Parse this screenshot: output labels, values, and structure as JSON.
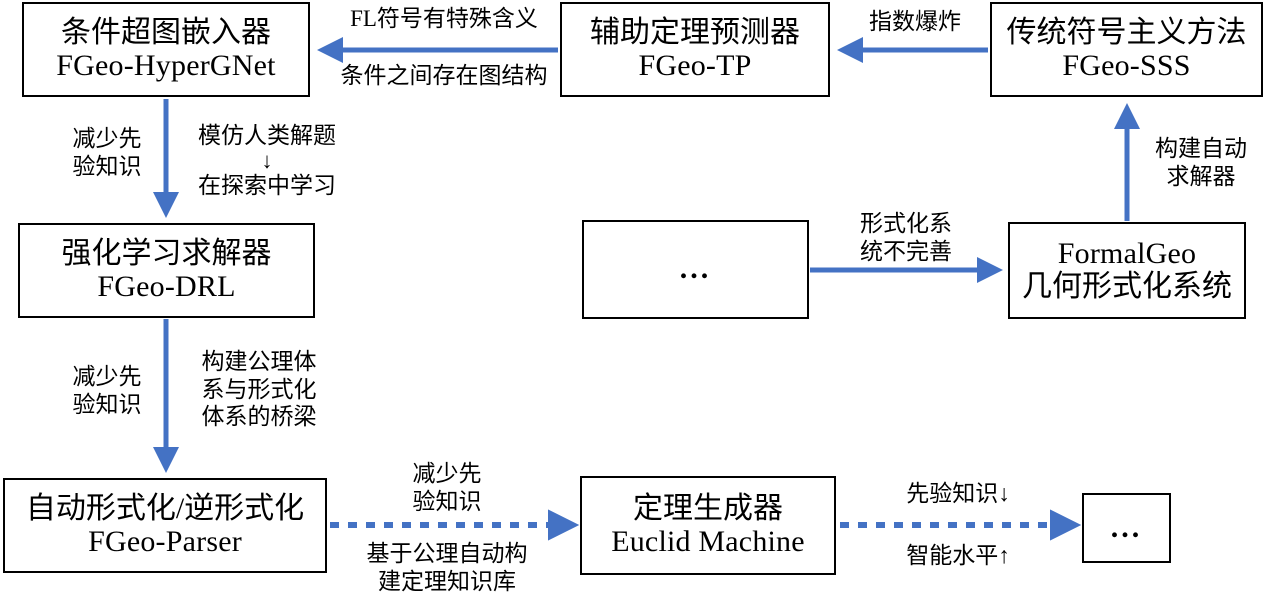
{
  "diagram": {
    "title": "FormalGeo ecosystem relationship diagram",
    "colors": {
      "box_border": "#000000",
      "box_fill": "#ffffff",
      "arrow_solid": "#4472C4",
      "arrow_dashed": "#4472C4",
      "text": "#000000",
      "background": "#ffffff"
    },
    "nodes": [
      {
        "id": "hypergnet",
        "line1": "条件超图嵌入器",
        "line2": "FGeo-HyperGNet"
      },
      {
        "id": "tp",
        "line1": "辅助定理预测器",
        "line2": "FGeo-TP"
      },
      {
        "id": "sss",
        "line1": "传统符号主义方法",
        "line2": "FGeo-SSS"
      },
      {
        "id": "drl",
        "line1": "强化学习求解器",
        "line2": "FGeo-DRL"
      },
      {
        "id": "ellipsis_mid",
        "line1": "...",
        "line2": ""
      },
      {
        "id": "formalgeo",
        "line1": "FormalGeo",
        "line2": "几何形式化系统"
      },
      {
        "id": "parser",
        "line1": "自动形式化/逆形式化",
        "line2": "FGeo-Parser"
      },
      {
        "id": "euclid",
        "line1": "定理生成器",
        "line2": "Euclid Machine"
      },
      {
        "id": "ellipsis_end",
        "line1": "...",
        "line2": ""
      }
    ],
    "edges": [
      {
        "id": "sss-to-tp",
        "from": "sss",
        "to": "tp",
        "style": "solid",
        "label_above": "指数爆炸",
        "label_below": ""
      },
      {
        "id": "tp-to-hypergnet",
        "from": "tp",
        "to": "hypergnet",
        "style": "solid",
        "label_above": "FL符号有特殊含义",
        "label_below": "条件之间存在图结构"
      },
      {
        "id": "hypergnet-to-drl",
        "from": "hypergnet",
        "to": "drl",
        "style": "solid",
        "label_left_l1": "减少先",
        "label_left_l2": "验知识",
        "label_right_l1": "模仿人类解题",
        "label_right_arrow": "↓",
        "label_right_l2": "在探索中学习"
      },
      {
        "id": "drl-to-parser",
        "from": "drl",
        "to": "parser",
        "style": "solid",
        "label_left_l1": "减少先",
        "label_left_l2": "验知识",
        "label_right_l1": "构建公理体",
        "label_right_l2": "系与形式化",
        "label_right_l3": "体系的桥梁"
      },
      {
        "id": "ellipsis-to-formalgeo",
        "from": "ellipsis_mid",
        "to": "formalgeo",
        "style": "solid",
        "label_l1": "形式化系",
        "label_l2": "统不完善"
      },
      {
        "id": "formalgeo-to-sss",
        "from": "formalgeo",
        "to": "sss",
        "style": "solid",
        "label_l1": "构建自动",
        "label_l2": "求解器"
      },
      {
        "id": "parser-to-euclid",
        "from": "parser",
        "to": "euclid",
        "style": "dashed",
        "label_above_l1": "减少先",
        "label_above_l2": "验知识",
        "label_below_l1": "基于公理自动构",
        "label_below_l2": "建定理知识库"
      },
      {
        "id": "euclid-to-ellipsis",
        "from": "euclid",
        "to": "ellipsis_end",
        "style": "dashed",
        "label_above": "先验知识↓",
        "label_below": "智能水平↑"
      }
    ]
  }
}
